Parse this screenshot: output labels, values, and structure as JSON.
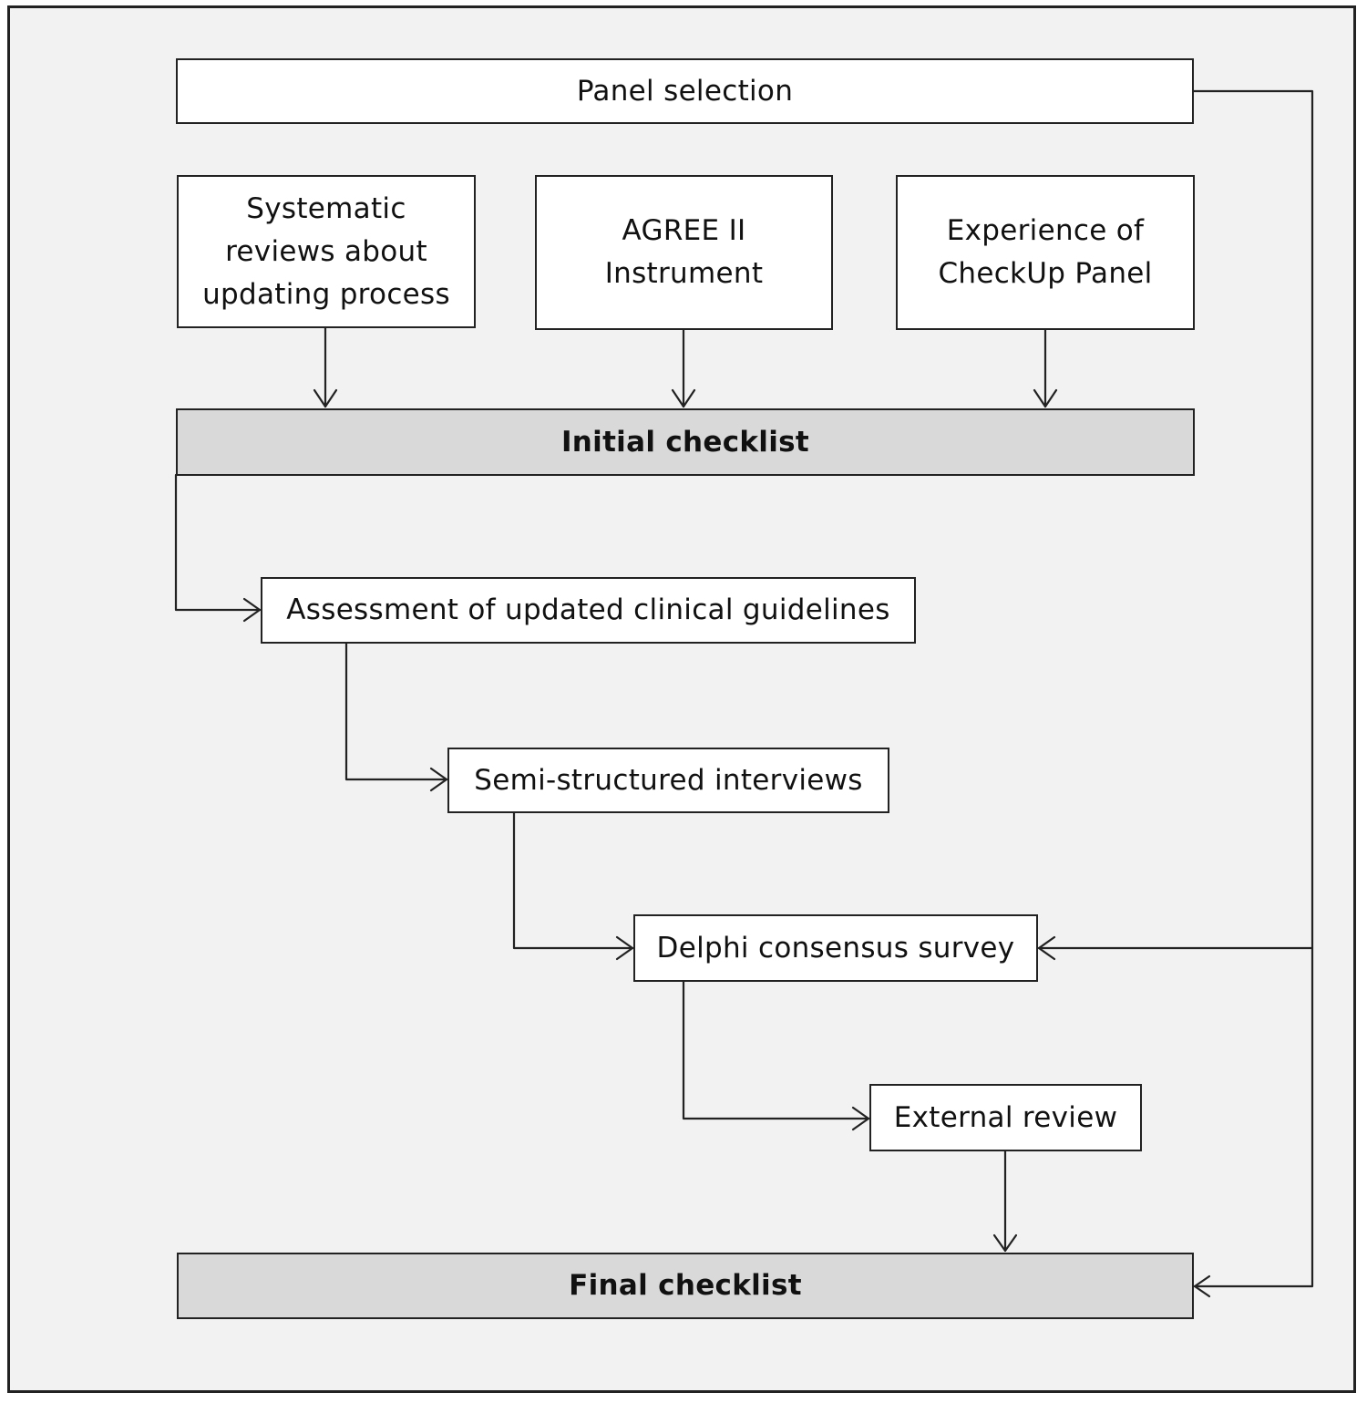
{
  "boxes": {
    "panel_selection": "Panel selection",
    "systematic_reviews": "Systematic\nreviews about\nupdating process",
    "agree": "AGREE II\nInstrument",
    "experience": "Experience of\nCheckUp Panel",
    "initial_checklist": "Initial checklist",
    "assessment": "Assessment of updated clinical guidelines",
    "interviews": "Semi-structured interviews",
    "delphi": "Delphi consensus survey",
    "external_review": "External review",
    "final_checklist": "Final checklist"
  },
  "colors": {
    "line": "#222222",
    "background": "#f2f2f2",
    "box_fill": "#ffffff",
    "checklist_fill": "#d9d9d9"
  }
}
